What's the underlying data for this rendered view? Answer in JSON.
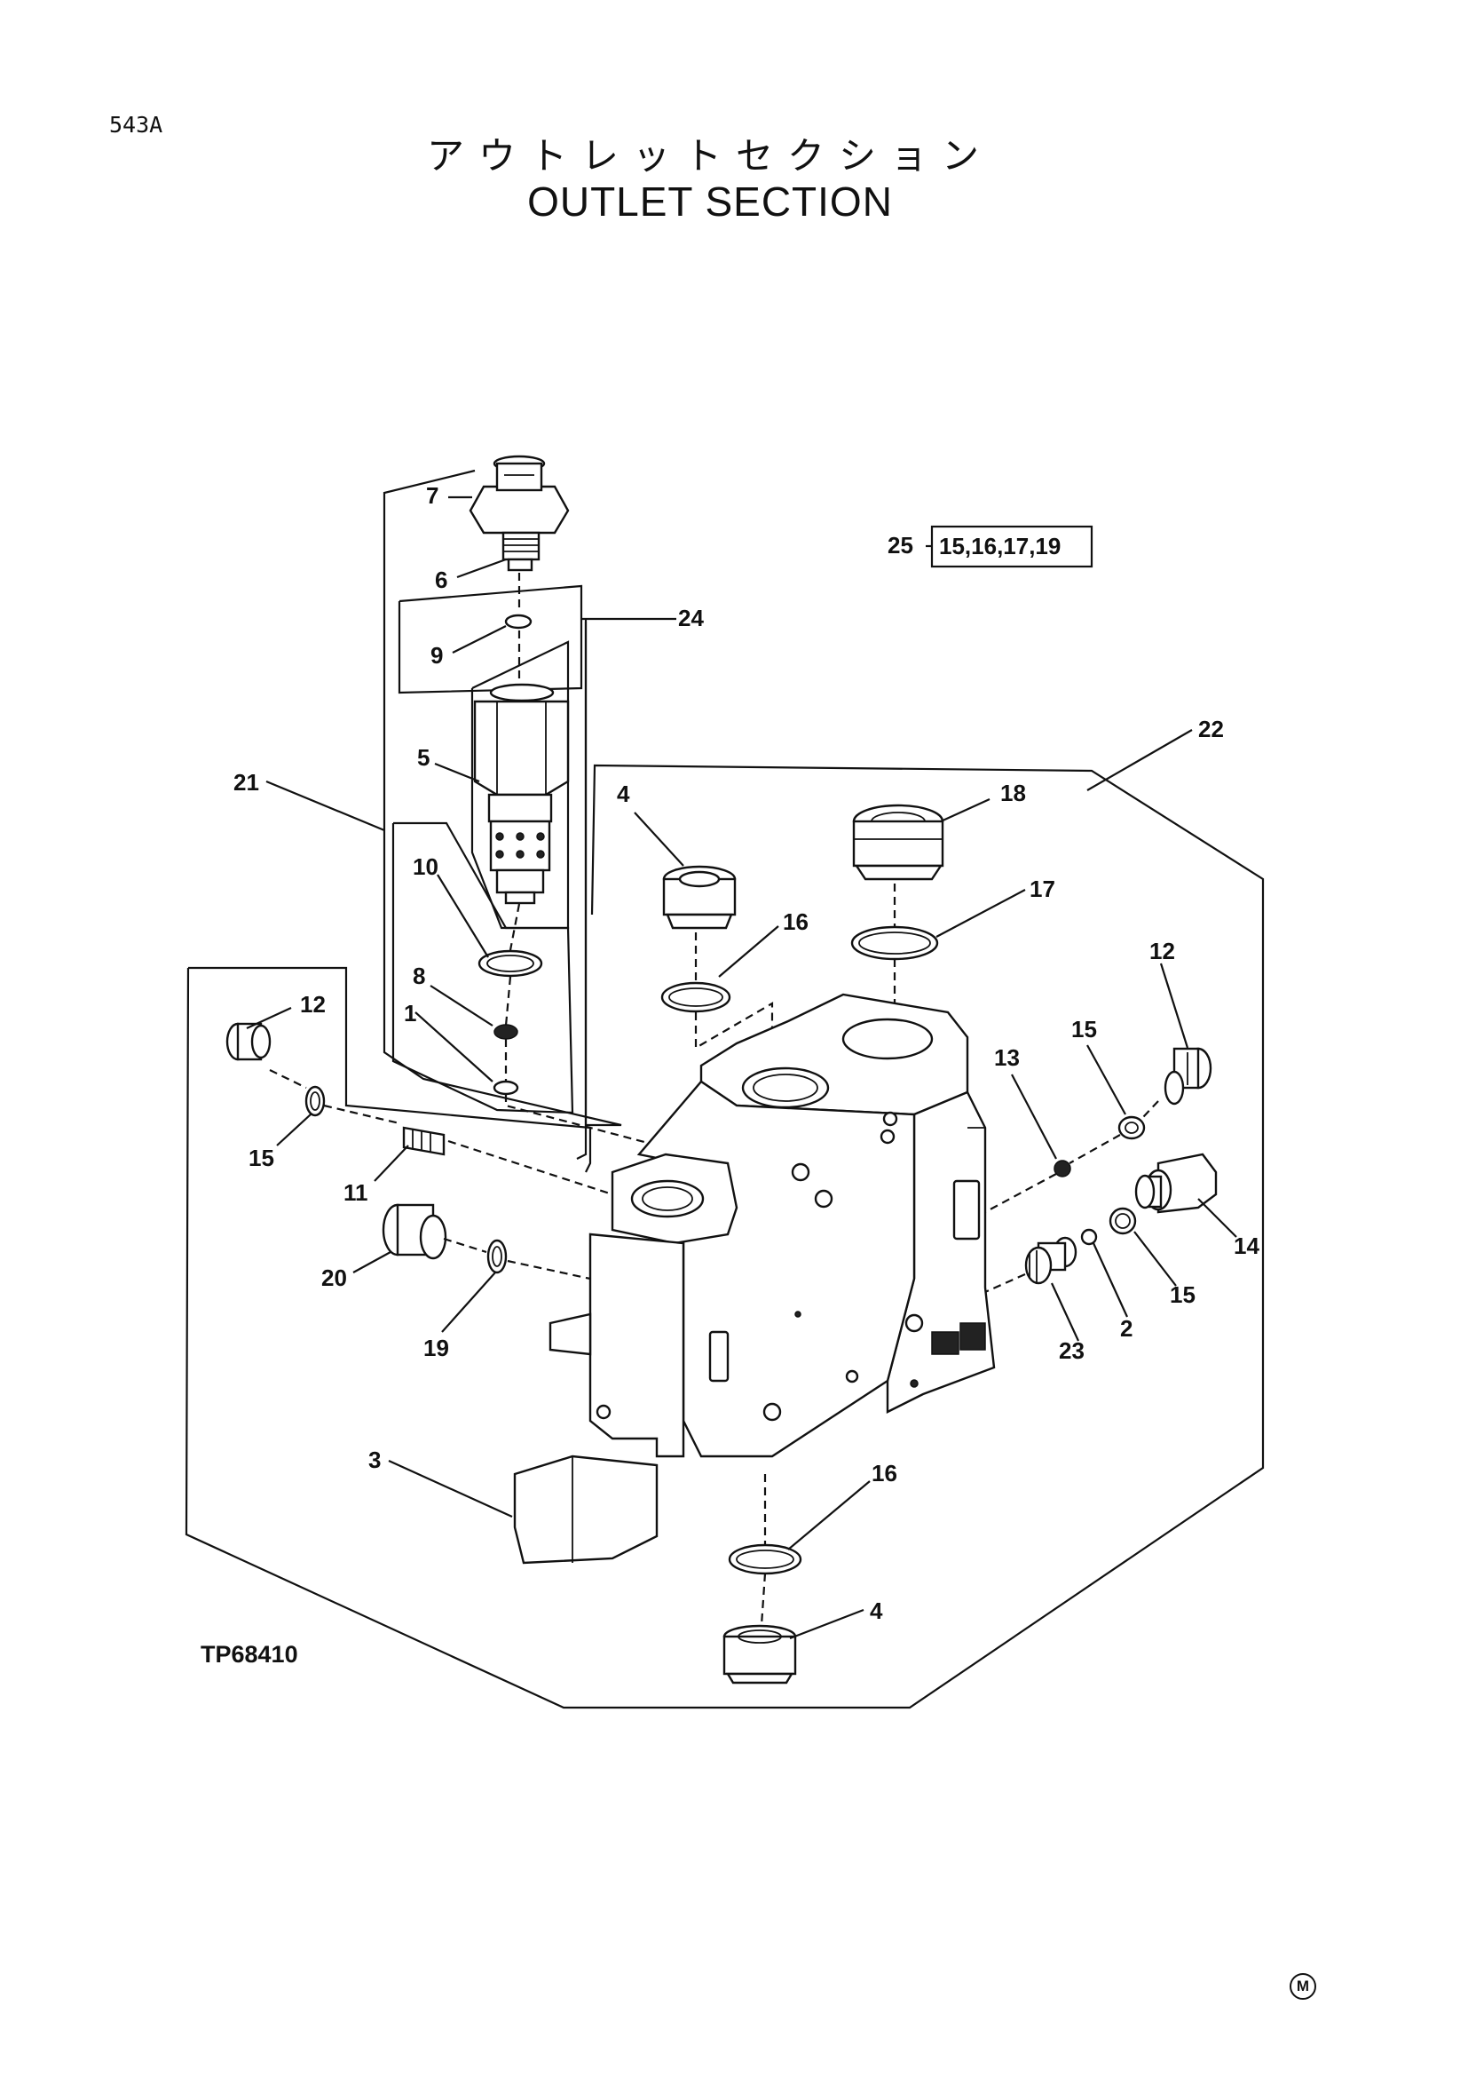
{
  "header": {
    "page_code": "543A",
    "title_jp": "アウトレットセクション",
    "title_en": "OUTLET SECTION"
  },
  "figure_id": "TP68410",
  "corner_mark": "M",
  "set_note": {
    "number": "25",
    "parts": "15,16,17,19"
  },
  "callouts": {
    "c1": "1",
    "c2": "2",
    "c3": "3",
    "c4a": "4",
    "c4b": "4",
    "c5": "5",
    "c6": "6",
    "c7": "7",
    "c8": "8",
    "c9": "9",
    "c10": "10",
    "c11": "11",
    "c12a": "12",
    "c12b": "12",
    "c13": "13",
    "c14": "14",
    "c15a": "15",
    "c15b": "15",
    "c15c": "15",
    "c16a": "16",
    "c16b": "16",
    "c17": "17",
    "c18": "18",
    "c19": "19",
    "c20": "20",
    "c21": "21",
    "c22": "22",
    "c23": "23",
    "c24": "24"
  }
}
